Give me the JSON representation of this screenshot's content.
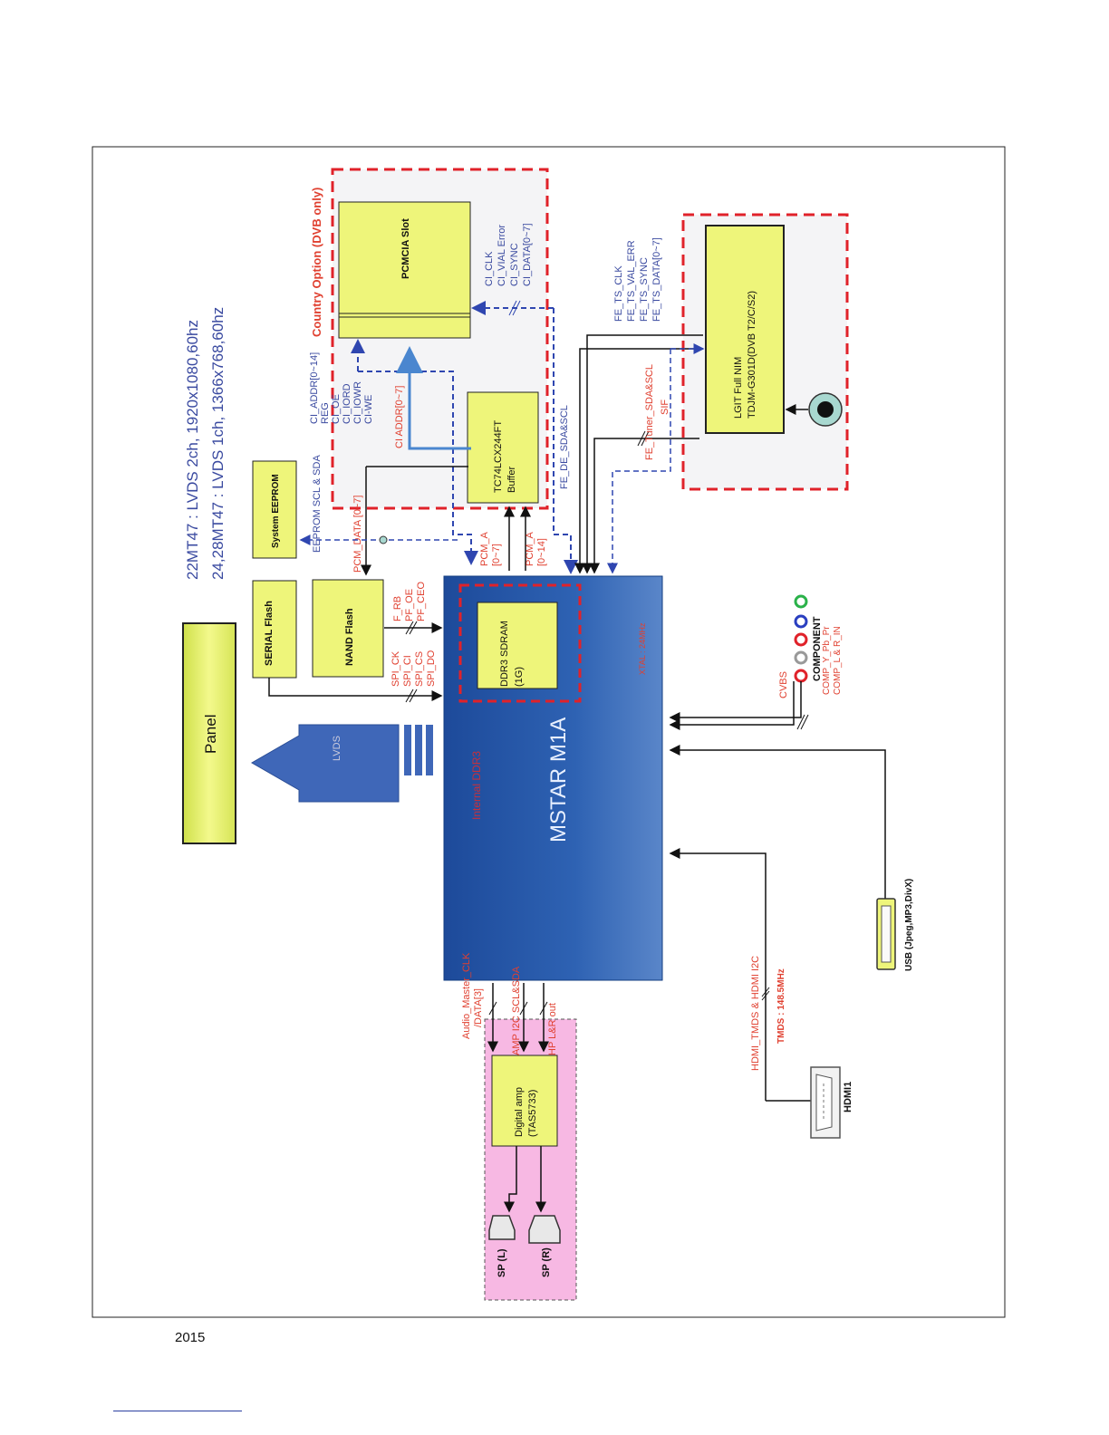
{
  "specs": {
    "line1": "22MT47 : LVDS 2ch, 1920x1080,60hz",
    "line2": "24,28MT47 : LVDS 1ch, 1366x768,60hz"
  },
  "colors": {
    "chip_blue": "#2e5fae",
    "block_yellow": "#eef57a",
    "dashed_red": "#e0222a",
    "audio_pink": "#f7b8e3",
    "signal_red": "#d8322e",
    "signal_blue": "#3a4fa8",
    "lvds_arrow": "#3f67b8"
  },
  "blocks": {
    "panel": "Panel",
    "serial_flash": "SERIAL Flash",
    "system_eeprom": "System EEPROM",
    "nand_flash": "NAND Flash",
    "ddr3": "DDR3 SDRAM (1G)",
    "mstar": "MSTAR M1A",
    "internal_ddr": "Internal DDR3",
    "pcmcia": "PCMCIA Slot",
    "buffer": "TC74LCX244FT Buffer",
    "nim_line1": "LGIT Full NIM",
    "nim_line2": "TDJM-G301D(DVB T2/C/S2)",
    "digital_amp_line1": "Digital amp",
    "digital_amp_line2": "(TAS5733)",
    "lvds": "LVDS",
    "country_option": "Country Option (DVB only)"
  },
  "signals": {
    "eeprom_bus": "EEPROM SCL & SDA",
    "pcm_data": "PCM_DATA [0~7]",
    "ci_addr_list": [
      "CI_ADDR[0~14]",
      "REG",
      "CI_OE",
      "CI_IORD",
      "CI_IOWR",
      "CI-WE"
    ],
    "ci_addr_red": "CI ADDR[0~7]",
    "ci_data_list": [
      "CI_CLK",
      "CI_VIAL Error",
      "CI_SYNC",
      "CI_DATA[0~7]"
    ],
    "pcm_a1": "PCM_A [0~7]",
    "pcm_a2": "PCM_A [0~14]",
    "fe_de": "FE_DE_SDA&SCL",
    "fe_ts_list": [
      "FE_TS_CLK",
      "FE_TS_VAL_ERR",
      "FE_TS_SYNC",
      "FE_TS_DATA[0~7]"
    ],
    "fe_tuner": "FE_Tuner_SDA&SCL",
    "sif": "SIF",
    "nand_ctrl": [
      "F_RB",
      "PF_OE",
      "PF_CEO"
    ],
    "spi": [
      "SPI_CK",
      "SPI_CI",
      "SPI_CS",
      "SPI_DO"
    ],
    "xtal": "XTAL : 24MHz",
    "cvbs": "CVBS",
    "component": "COMPONENT",
    "comp_y": "COMP_Y_Pb_Pr",
    "comp_lr": "COMP_L & R_IN",
    "audio_master": "Audio_Master_CLK",
    "audio_data": "/DATA[3]",
    "amp_i2c": "AMP I2C SCL&SDA",
    "hp_out": "HP L&R out",
    "hdmi_bus": "HDMI_TMDS & HDMI I2C",
    "tmds": "TMDS : 148.5MHz",
    "hdmi_port": "HDMI1",
    "usb": "USB (Jpeg,MP3,DivX)",
    "sp_l": "SP (L)",
    "sp_r": "SP (R)"
  },
  "footer": {
    "year": "2015"
  }
}
